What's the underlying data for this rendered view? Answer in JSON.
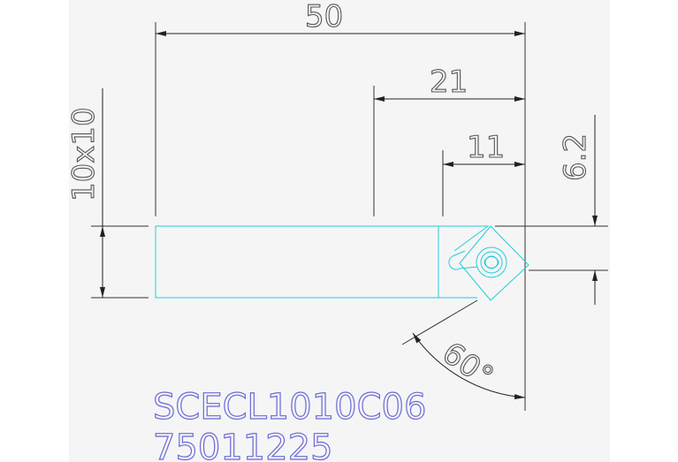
{
  "dimensions": {
    "overall_length": "50",
    "head_length": "21",
    "insert_length": "11",
    "offset": "6.2",
    "section": "10x10",
    "angle": "60°"
  },
  "part": {
    "designation": "SCECL1010C06",
    "code": "75011225"
  },
  "colors": {
    "background": "#f5f5f5",
    "dimension_lines": "#222222",
    "dimension_text": "#555555",
    "part_outline": "#22ccdd",
    "part_text": "#6a6ad8"
  }
}
